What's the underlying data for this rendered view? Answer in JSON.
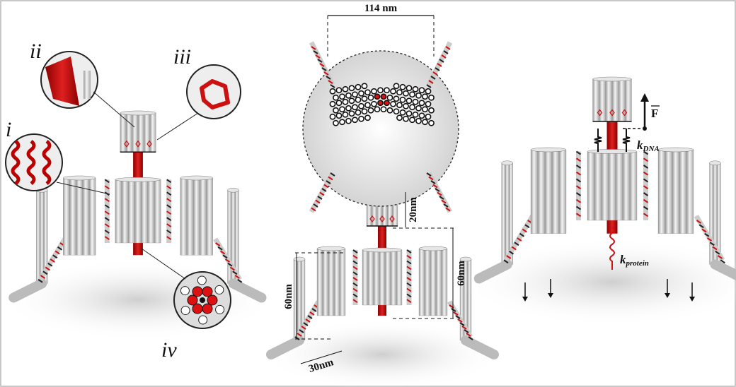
{
  "figure": {
    "insets": {
      "i": "i",
      "ii": "ii",
      "iii": "iii",
      "iv": "iv"
    },
    "top_view": {
      "width_label": "114 nm"
    },
    "side_view": {
      "top_height_label": "20nm",
      "core_height_label": "60nm",
      "leg_height_label": "60nm",
      "foot_length_label": "30nm"
    },
    "model": {
      "force_label": "F",
      "k_dna_label": "k",
      "k_dna_sub": "DNA",
      "k_protein_label": "k",
      "k_protein_sub": "protein"
    },
    "colors": {
      "protein": "#cc1111",
      "tube": "#d8d8d8",
      "dark": "#222222"
    }
  }
}
